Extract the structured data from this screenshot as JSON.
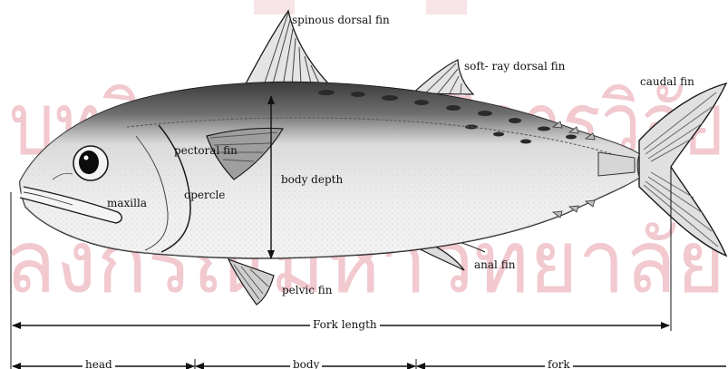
{
  "colors": {
    "background": "#ffffff",
    "ink": "#111111",
    "watermark": "#f1c9cf",
    "fish_body": "#eeeeee",
    "fish_back": "#3c3c3c"
  },
  "labels": {
    "spinous_dorsal_fin": "spinous dorsal fin",
    "soft_ray_dorsal_fin": "soft- ray dorsal fin",
    "caudal_fin": "caudal  fin",
    "pectoral_fin": "pectoral  fin",
    "body_depth": "body depth",
    "maxilla": "maxilla",
    "opercle": "opercle",
    "anal_fin": "anal fin",
    "pelvic_fin": "pelvic fin",
    "fork_length": "Fork length",
    "head": "head",
    "body": "body",
    "fork": "fork"
  },
  "watermark": {
    "line1": "บทวิทยาการบริการวิจัย",
    "line2": "ลงกรณ์มหาวิทยาลัย"
  }
}
